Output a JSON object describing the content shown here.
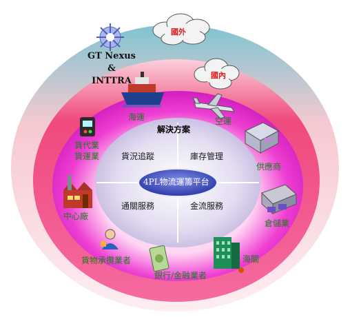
{
  "cloud_labels": {
    "overseas": "國外",
    "domestic": "國內"
  },
  "partner": {
    "line1": "GT Nexus",
    "line2": "&",
    "line3": "INTTRA"
  },
  "solution_title": "解決方案",
  "platform": "4PL物流運籌平台",
  "quadrants": {
    "tracking": "貨況追蹤",
    "inventory": "庫存管理",
    "customs": "通關服務",
    "finance": "金流服務"
  },
  "nodes": {
    "sea": "海運",
    "air": "空運",
    "forwarder_line1": "貨代業",
    "forwarder_line2": "貨運業",
    "supplier": "供應商",
    "center": "中心廠",
    "warehouse": "倉儲業",
    "shipper": "貨物承攬業者",
    "bank": "銀行/金融業者",
    "customs": "海關"
  },
  "colors": {
    "outer_ring": "#f2a8b8",
    "middle_ring": "#e8147c",
    "inner_disc": "#cfc4e6",
    "center_oval": "#3b4cc0",
    "label_green": "#1f7a1f",
    "label_red": "#e11d1d"
  }
}
